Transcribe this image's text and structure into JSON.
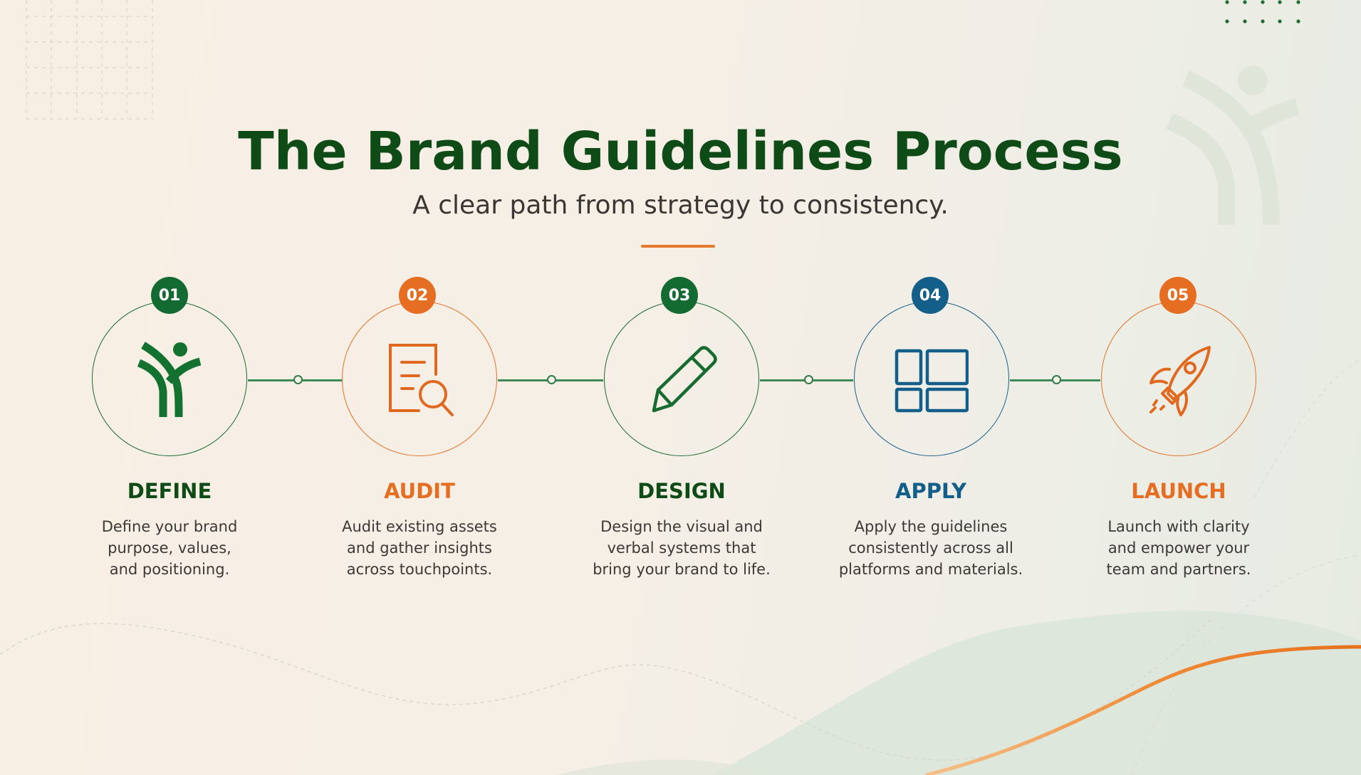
{
  "header": {
    "title": "The Brand Guidelines Process",
    "subtitle": "A clear path from strategy to consistency."
  },
  "colors": {
    "dark_green": "#0f4b16",
    "green": "#136b32",
    "orange": "#e56e22",
    "blue": "#135f8a",
    "connector": "#3e8a56",
    "text": "#3b3835"
  },
  "steps": [
    {
      "number": "01",
      "title": "DEFINE",
      "icon": "brand-figure-icon",
      "color": "green",
      "description": [
        "Define your brand",
        "purpose, values,",
        "and positioning."
      ]
    },
    {
      "number": "02",
      "title": "AUDIT",
      "icon": "document-search-icon",
      "color": "orange",
      "description": [
        "Audit existing assets",
        "and gather insights",
        "across touchpoints."
      ]
    },
    {
      "number": "03",
      "title": "DESIGN",
      "icon": "pencil-icon",
      "color": "green",
      "description": [
        "Design the visual and",
        "verbal systems that",
        "bring your brand to life."
      ]
    },
    {
      "number": "04",
      "title": "APPLY",
      "icon": "layout-grid-icon",
      "color": "blue",
      "description": [
        "Apply the guidelines",
        "consistently across all",
        "platforms and materials."
      ]
    },
    {
      "number": "05",
      "title": "LAUNCH",
      "icon": "rocket-icon",
      "color": "orange",
      "description": [
        "Launch with clarity",
        "and empower your",
        "team and partners."
      ]
    }
  ]
}
